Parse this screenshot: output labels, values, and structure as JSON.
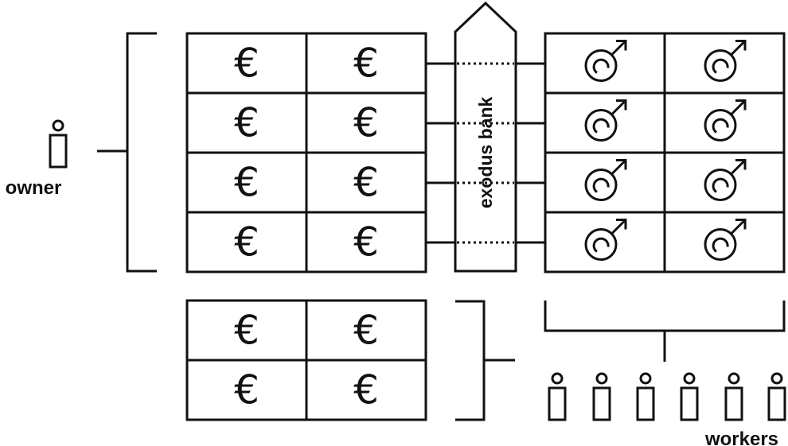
{
  "labels": {
    "owner": "owner",
    "bank": "exodus bank",
    "workers": "workers"
  },
  "symbols": {
    "euro": "€",
    "mars": "♂"
  },
  "grids": {
    "owner_euro_grid": {
      "rows": 4,
      "cols": 2,
      "symbol": "euro"
    },
    "lower_euro_grid": {
      "rows": 2,
      "cols": 2,
      "symbol": "euro"
    },
    "worker_grid": {
      "rows": 4,
      "cols": 2,
      "symbol": "mars"
    }
  },
  "workers_count": 6,
  "bank_links": 4,
  "colors": {
    "ink": "#111111",
    "background": "#ffffff"
  }
}
